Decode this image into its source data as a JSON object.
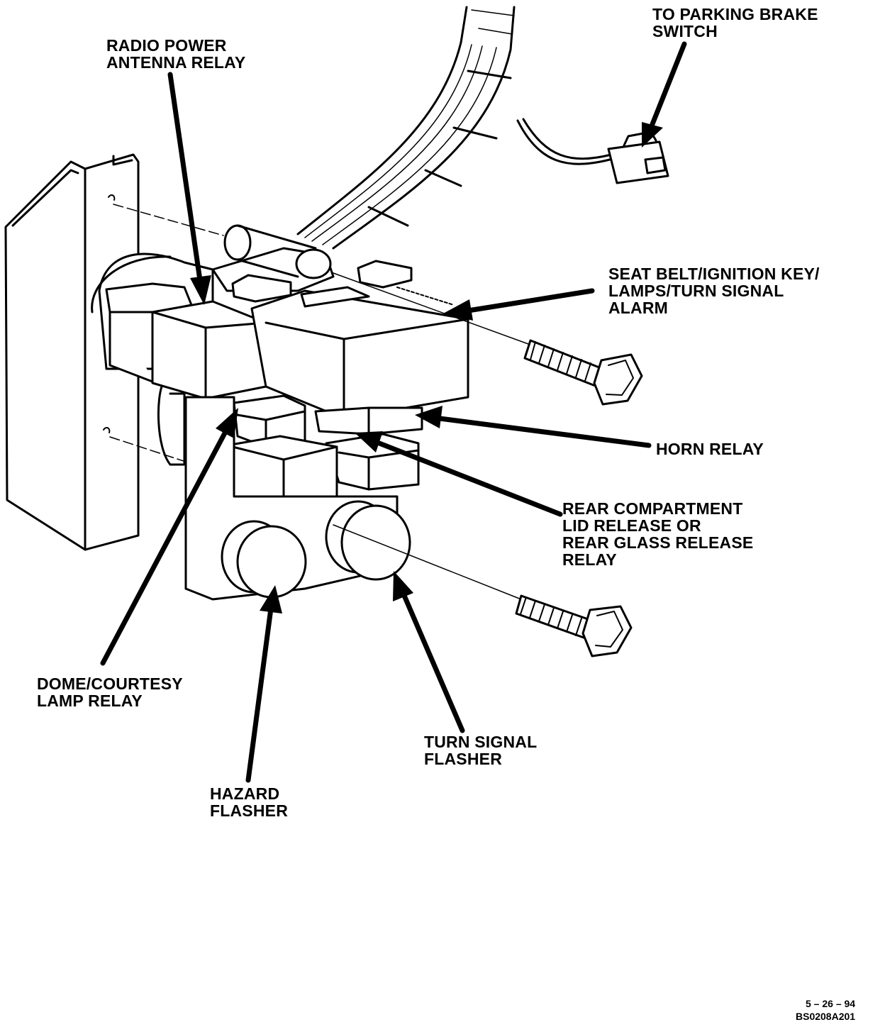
{
  "labels": {
    "parking_brake": "TO PARKING BRAKE\nSWITCH",
    "radio_antenna": "RADIO POWER\nANTENNA RELAY",
    "seat_belt": "SEAT BELT/IGNITION KEY/\nLAMPS/TURN SIGNAL\nALARM",
    "horn_relay": "HORN RELAY",
    "rear_compartment": "REAR COMPARTMENT\nLID RELEASE OR\nREAR GLASS RELEASE\nRELAY",
    "dome_courtesy": "DOME/COURTESY\nLAMP RELAY",
    "turn_signal": "TURN SIGNAL\nFLASHER",
    "hazard": "HAZARD\nFLASHER"
  },
  "footer": {
    "date": "5 – 26 – 94",
    "code": "BS0208A201"
  }
}
